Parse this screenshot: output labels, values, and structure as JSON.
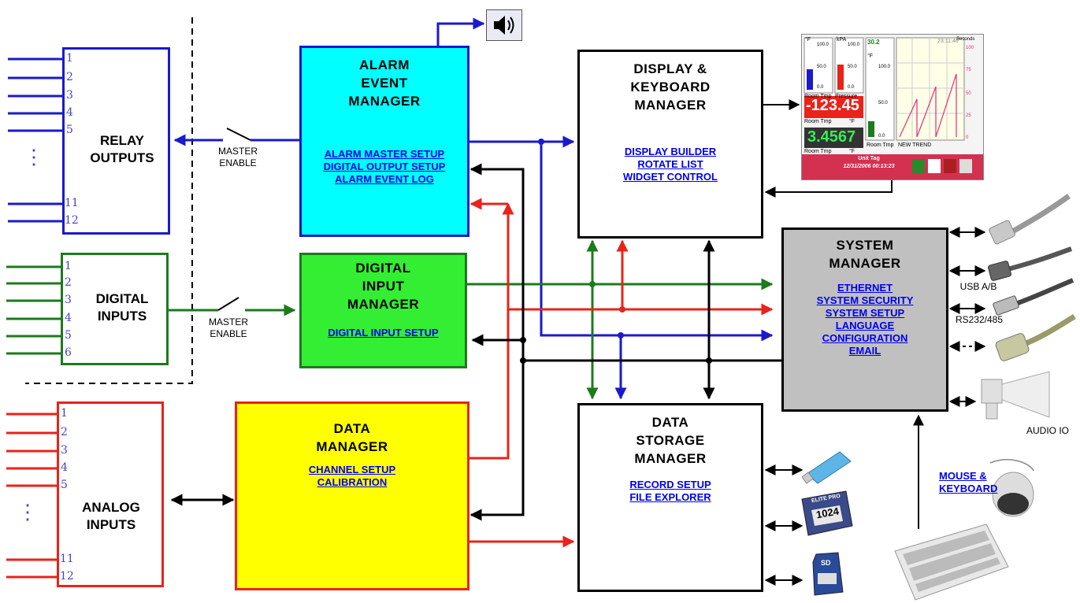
{
  "colors": {
    "blue": "#1a1acc",
    "red": "#e8231a",
    "green": "#1d7a1d",
    "black": "#000000",
    "cyan": "#00ffff",
    "lime": "#33ee33",
    "yellow": "#ffff00",
    "grey": "#c0c0c0"
  },
  "relay": {
    "title_lines": [
      "RELAY",
      "OUTPUTS"
    ],
    "numbers": [
      "1",
      "2",
      "3",
      "4",
      "5",
      "11",
      "12"
    ],
    "dots": "⋮"
  },
  "digital": {
    "title_lines": [
      "DIGITAL",
      "INPUTS"
    ],
    "numbers": [
      "1",
      "2",
      "3",
      "4",
      "5",
      "6"
    ]
  },
  "analog": {
    "title_lines": [
      "ANALOG",
      "INPUTS"
    ],
    "numbers": [
      "1",
      "2",
      "3",
      "4",
      "5",
      "11",
      "12"
    ],
    "dots": "⋮"
  },
  "master_enable": [
    "MASTER",
    "ENABLE"
  ],
  "alarm": {
    "title_lines": [
      "ALARM",
      "EVENT",
      "MANAGER"
    ],
    "links": [
      "ALARM MASTER SETUP",
      "DIGITAL OUTPUT SETUP",
      "ALARM EVENT LOG"
    ]
  },
  "digital_input_mgr": {
    "title_lines": [
      "DIGITAL",
      "INPUT",
      "MANAGER"
    ],
    "links": [
      "DIGITAL INPUT SETUP"
    ]
  },
  "data_mgr": {
    "title_lines": [
      "DATA",
      "MANAGER"
    ],
    "links": [
      "CHANNEL SETUP",
      "CALIBRATION"
    ]
  },
  "display_mgr": {
    "title_lines": [
      "DISPLAY &",
      "KEYBOARD",
      "MANAGER"
    ],
    "links": [
      "DISPLAY BUILDER",
      "ROTATE LIST",
      "WIDGET CONTROL"
    ]
  },
  "storage_mgr": {
    "title_lines": [
      "DATA",
      "STORAGE",
      "MANAGER"
    ],
    "links": [
      "RECORD SETUP",
      "FILE EXPLORER"
    ]
  },
  "system_mgr": {
    "title_lines": [
      "SYSTEM",
      "MANAGER"
    ],
    "links": [
      "ETHERNET",
      "SYSTEM SECURITY",
      "SYSTEM SETUP",
      "LANGUAGE",
      "CONFIGURATION",
      "EMAIL"
    ]
  },
  "screen": {
    "units_a": "°F",
    "scale_a": [
      "100.0",
      "50.0",
      "0.0"
    ],
    "label_a": "Room Tmp",
    "units_b": "kPA",
    "scale_b": [
      "100.0",
      "50.0",
      "0.0"
    ],
    "label_b": "Pressure",
    "value_c": "30.2",
    "units_c": "°F",
    "scale_c": [
      "100.0",
      "50.0",
      "0.0"
    ],
    "label_c": "Room Tmp",
    "big_red": "-123.45",
    "big_red_label": "Room Tmp",
    "big_red_units": "°F",
    "big_green": "3.4567",
    "big_green_label": "Room Tmp",
    "big_green_units": "°F",
    "trend_time": "23:11:46",
    "trend_seconds": "Seconds",
    "trend_ticks": [
      "100",
      "75",
      "50",
      "25",
      "0"
    ],
    "trend_name": "NEW TREND",
    "footer_tag": "Unit Tag",
    "footer_date": "12/31/2006 00:13:23"
  },
  "ports": {
    "usb": "USB A/B",
    "serial": "RS232/485",
    "audio": "AUDIO IO"
  },
  "mouse_keyboard_link": [
    "MOUSE &",
    "KEYBOARD"
  ],
  "storage_devices": {
    "cf_brand": "ELITE PRO",
    "cf_size": "1024",
    "sd_label": "SD"
  }
}
